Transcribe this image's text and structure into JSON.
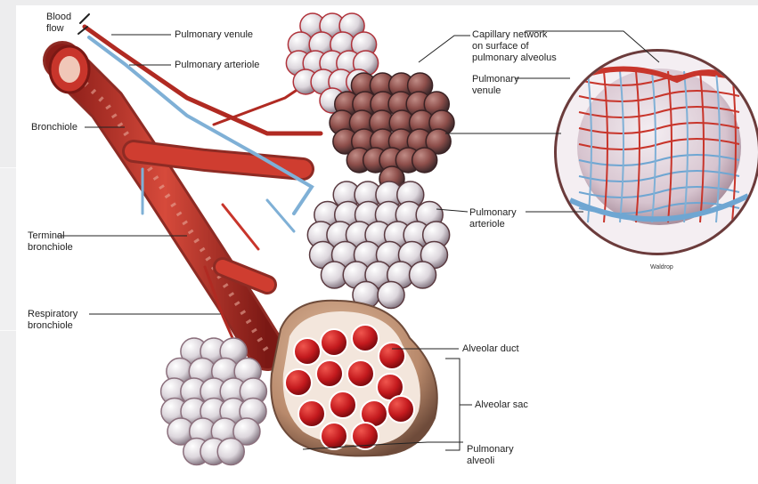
{
  "labels": {
    "blood_flow": "Blood\nflow",
    "pulmonary_venule": "Pulmonary venule",
    "pulmonary_arteriole": "Pulmonary arteriole",
    "bronchiole": "Bronchiole",
    "capillary_network": "Capillary network\non surface of\npulmonary alveolus",
    "pulmonary_venule_inset": "Pulmonary\nvenule",
    "pulmonary_arteriole_inset": "Pulmonary\narteriole",
    "terminal_bronchiole": "Terminal\nbronchiole",
    "respiratory_bronchiole": "Respiratory\nbronchiole",
    "alveolar_duct": "Alveolar duct",
    "alveolar_sac": "Alveolar sac",
    "pulmonary_alveoli": "Pulmonary\nalveoli",
    "signature": "Waldrop"
  },
  "colors": {
    "artery_red": "#c8352b",
    "vein_blue": "#7fb0d6",
    "alveolus_white": "#e6e2e6",
    "alveolus_dark": "#7a4a48",
    "sac_red": "#c41a1e",
    "tan": "#b98a6c"
  }
}
